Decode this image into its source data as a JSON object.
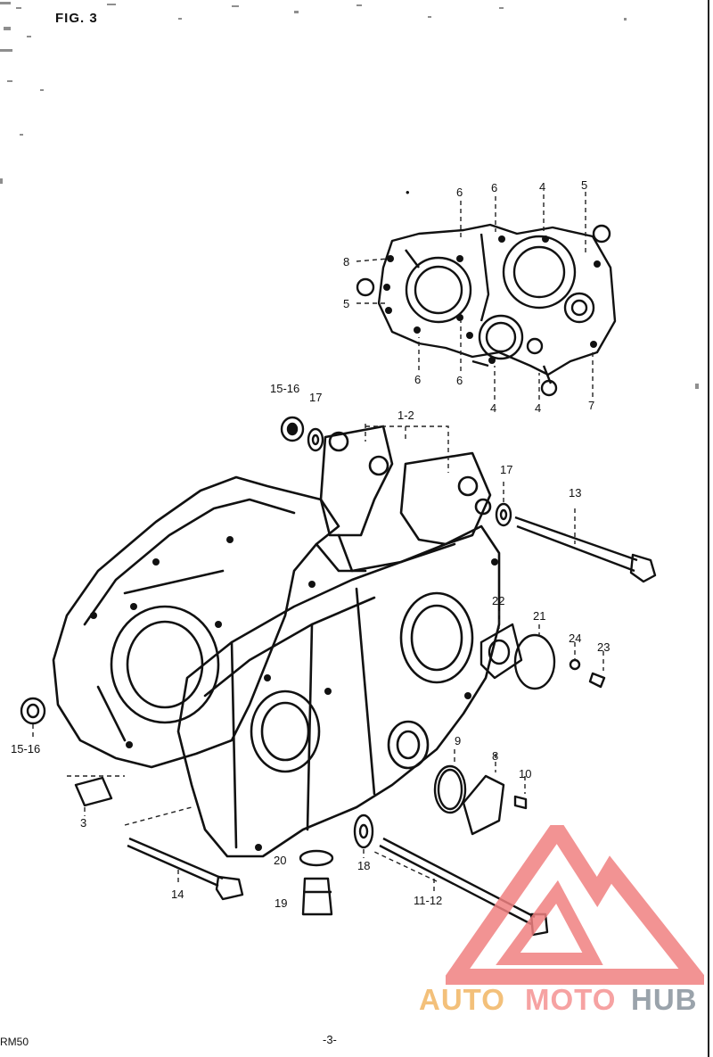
{
  "figure": {
    "title": "FIG. 3"
  },
  "footer": {
    "model": "RM50",
    "page": "-3-"
  },
  "watermark": {
    "text_1": "AUTO",
    "text_2": "MOTO",
    "text_3": "HUB",
    "colors": {
      "auto": "#f3c07a",
      "moto": "#f6a2a2",
      "hub": "#9aa3ab",
      "triangle": "#f08080"
    }
  },
  "callouts": {
    "c_15_16_top": "15-16",
    "c_17_top": "17",
    "c_1_2": "1-2",
    "c_17_right": "17",
    "c_13": "13",
    "c_22": "22",
    "c_21": "21",
    "c_24": "24",
    "c_23": "23",
    "c_15_16_left": "15-16",
    "c_9": "9",
    "c_8": "8",
    "c_10": "10",
    "c_3": "3",
    "c_14": "14",
    "c_20": "20",
    "c_18": "18",
    "c_19": "19",
    "c_11_12": "11-12",
    "g_6a": "6",
    "g_6b": "6",
    "g_4a": "4",
    "g_5a": "5",
    "g_8": "8",
    "g_5b": "5",
    "g_6c": "6",
    "g_6d": "6",
    "g_4b": "4",
    "g_4c": "4",
    "g_7": "7",
    "g_dot": "•"
  }
}
